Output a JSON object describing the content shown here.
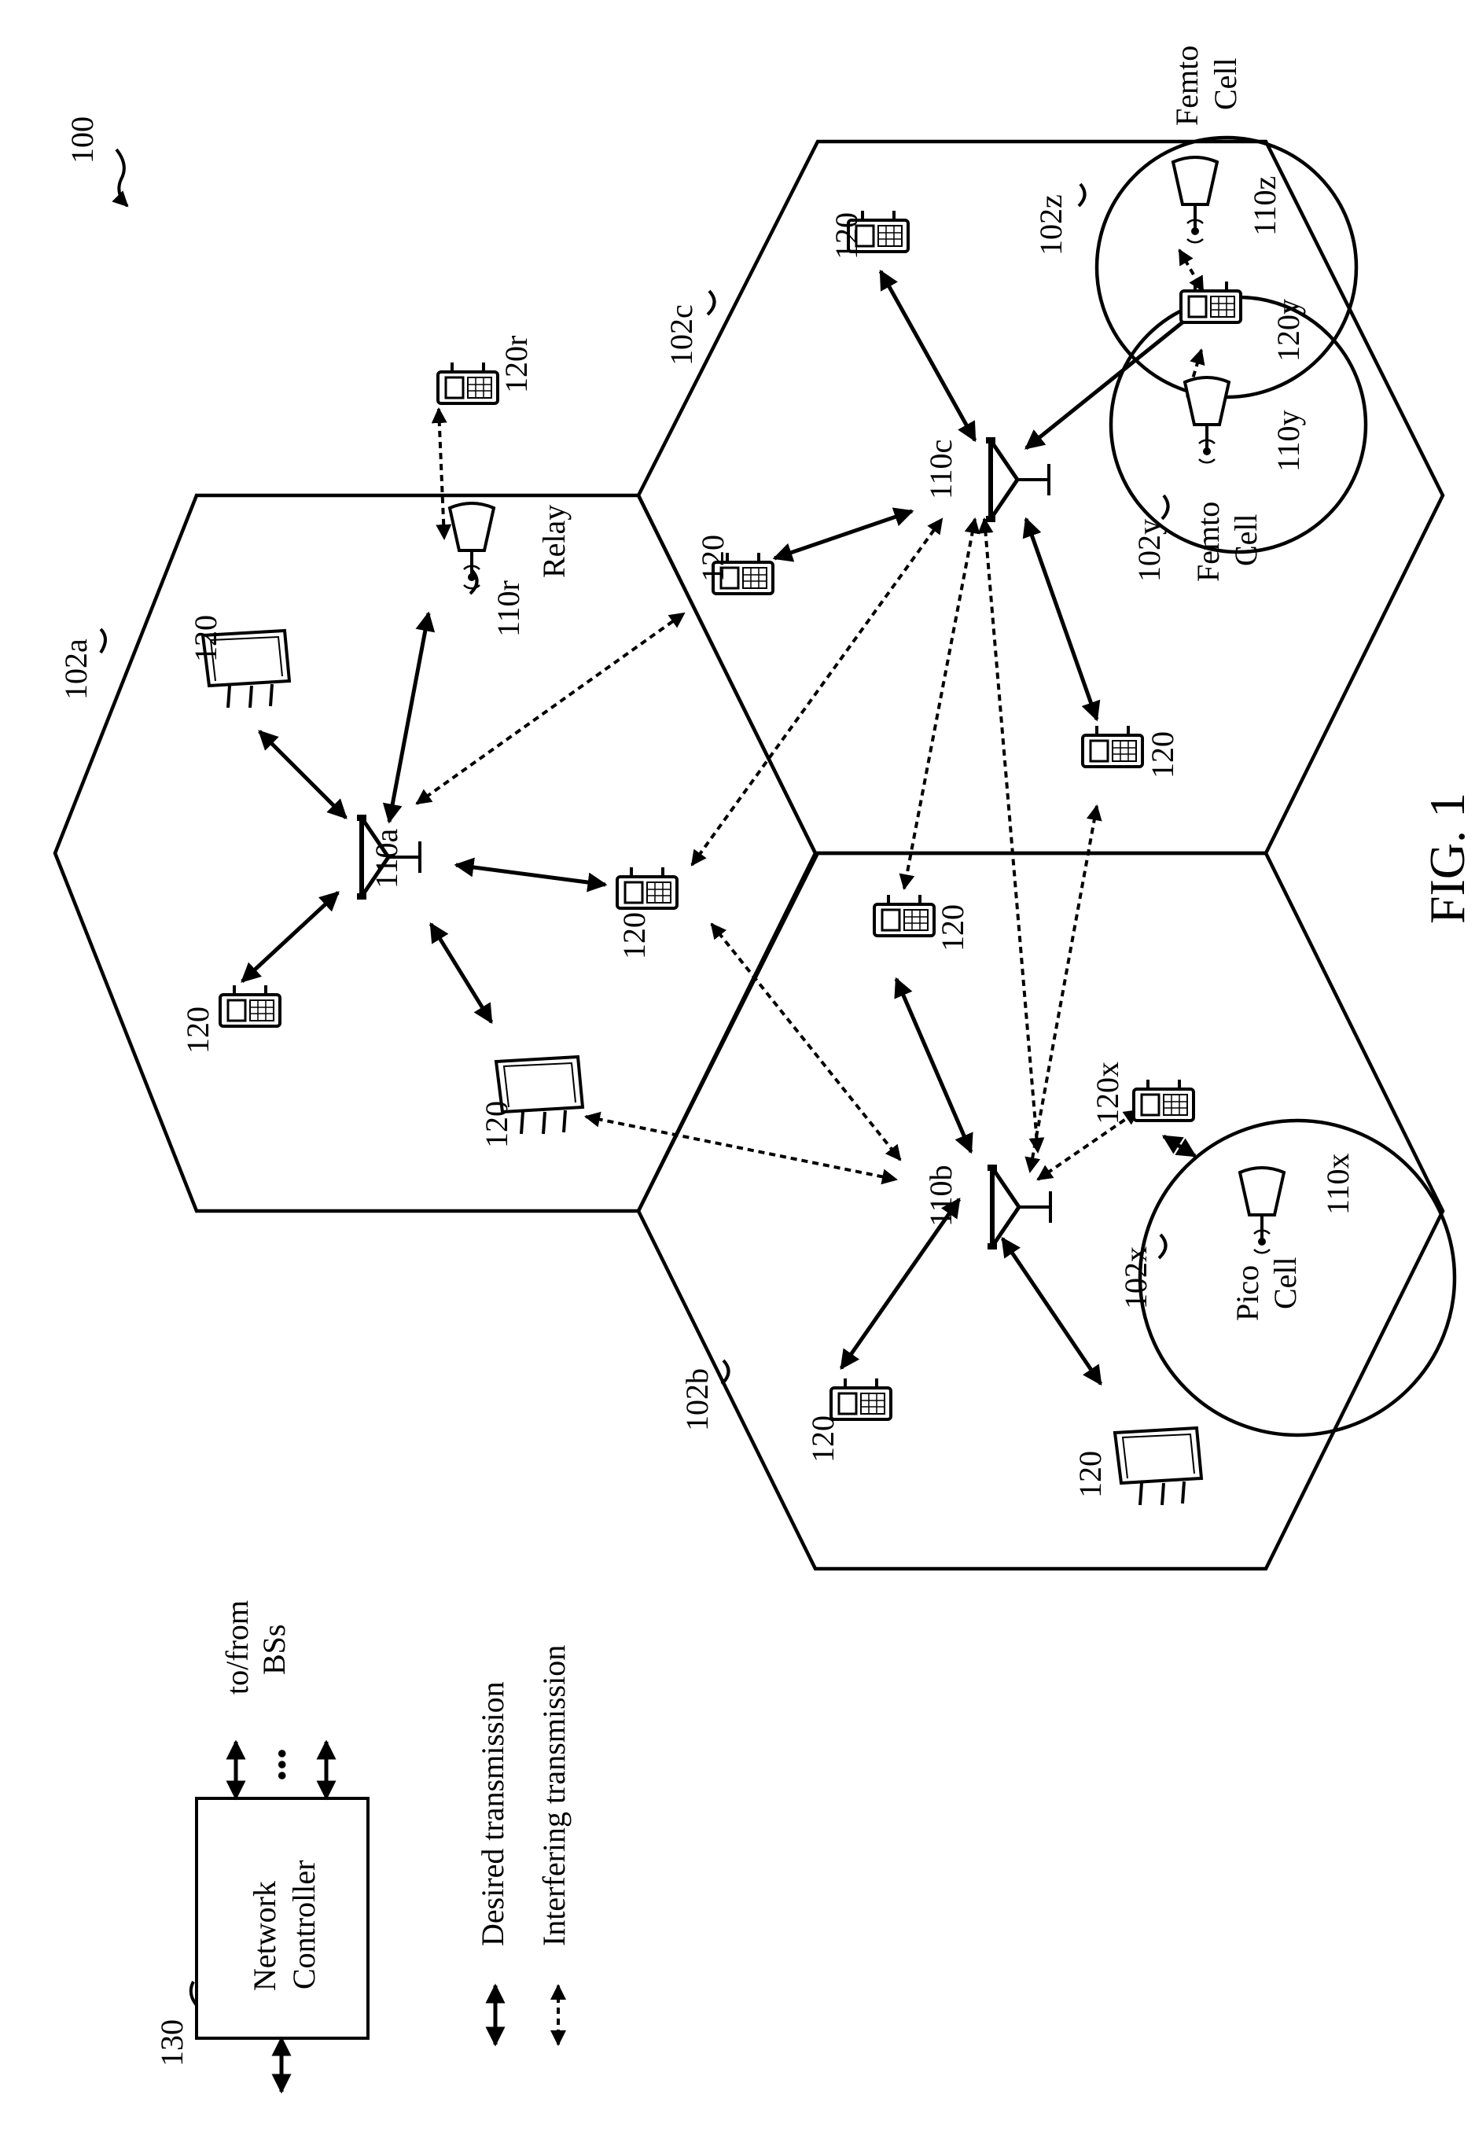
{
  "figure": {
    "ref": "100",
    "caption": "FIG. 1"
  },
  "cells": {
    "a": "102a",
    "b": "102b",
    "c": "102c"
  },
  "small_cells": {
    "pico": {
      "ref": "102x",
      "line1": "Pico",
      "line2": "Cell"
    },
    "femto_y": {
      "ref": "102y",
      "line1": "Femto",
      "line2": "Cell"
    },
    "femto_z": {
      "ref": "102z",
      "line1": "Femto",
      "line2": "Cell"
    }
  },
  "base_stations": {
    "a": "110a",
    "b": "110b",
    "c": "110c",
    "relay": "110r",
    "relay_name": "Relay",
    "pico": "110x",
    "femto_y": "110y",
    "femto_z": "110z"
  },
  "ue": {
    "generic": "120",
    "relay_ue": "120r",
    "pico_ue": "120x",
    "femto_ue": "120y"
  },
  "controller": {
    "ref": "130",
    "line1": "Network",
    "line2": "Controller",
    "bs_line1": "to/from",
    "bs_line2": "BSs",
    "ellipsis": "•••"
  },
  "legend": {
    "desired": "Desired transmission",
    "interfering": "Interfering transmission"
  }
}
